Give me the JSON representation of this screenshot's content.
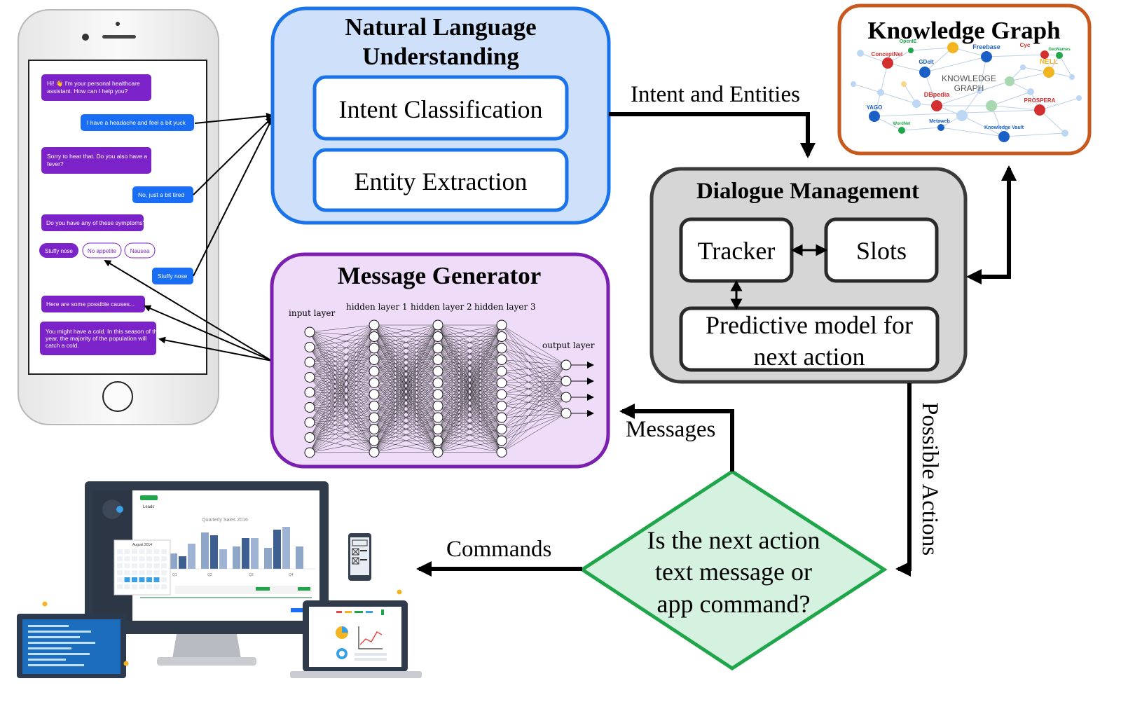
{
  "phone": {
    "messages": [
      {
        "from": "bot",
        "text": "Hi! 👋 I'm your personal healthcare assistant. How can I help you?"
      },
      {
        "from": "user",
        "text": "I have a headache and feel a bit yuck"
      },
      {
        "from": "bot",
        "text": "Sorry to hear that. Do you also have a fever?"
      },
      {
        "from": "user",
        "text": "No, just a bit tired"
      },
      {
        "from": "bot",
        "text": "Do you have any of these symptoms?"
      },
      {
        "from": "user",
        "text": "Stuffy nose"
      },
      {
        "from": "bot",
        "text": "Here are some possible causes..."
      },
      {
        "from": "bot",
        "text": "You might have a cold. In this season of the year, the majority of the population will catch a cold."
      }
    ],
    "chips": [
      "Stuffy nose",
      "No appetite",
      "Nausea"
    ]
  },
  "nlu": {
    "title_line1": "Natural Language",
    "title_line2": "Understanding",
    "intent": "Intent Classification",
    "entity": "Entity Extraction"
  },
  "message_generator": {
    "title": "Message Generator",
    "layers": {
      "input": "input layer",
      "hidden1": "hidden layer 1",
      "hidden2": "hidden layer 2",
      "hidden3": "hidden layer 3",
      "output": "output layer"
    }
  },
  "knowledge_graph": {
    "title": "Knowledge Graph",
    "center_line1": "KNOWLEDGE",
    "center_line2": "GRAPH",
    "sources": [
      "OpenIE",
      "Freebase",
      "Cyc",
      "GeoNames",
      "ConceptNet",
      "GDelt",
      "NELL",
      "DBpedia",
      "PROSPERA",
      "YAGO",
      "WordNet",
      "Metaweb",
      "Knowledge Vault"
    ]
  },
  "dialogue_management": {
    "title": "Dialogue Management",
    "tracker": "Tracker",
    "slots": "Slots",
    "predictive_line1": "Predictive model for",
    "predictive_line2": "next action"
  },
  "decision": {
    "line1": "Is the next action",
    "line2": "text message or",
    "line3": "app command?"
  },
  "edges": {
    "intent_entities": "Intent and Entities",
    "messages": "Messages",
    "commands": "Commands",
    "possible_actions": "Possible Actions"
  },
  "devices": {
    "dashboard_title": "Quarterly Sales 2016",
    "leads_label": "Leads",
    "calendar_month": "August 2014",
    "quarters": [
      "Q1",
      "Q2",
      "Q3",
      "Q4"
    ]
  },
  "colors": {
    "nlu_fill": "#cfe0fb",
    "nlu_stroke": "#1a73e8",
    "mg_fill": "#eedcf8",
    "mg_stroke": "#7a1fb0",
    "dm_fill": "#d6d6d6",
    "dm_stroke": "#3a3a3a",
    "kg_stroke": "#c8581c",
    "decision_fill": "#d5f1df",
    "decision_stroke": "#1fa64a",
    "bot_bubble": "#7b22c9",
    "user_bubble": "#1a6ef5"
  }
}
